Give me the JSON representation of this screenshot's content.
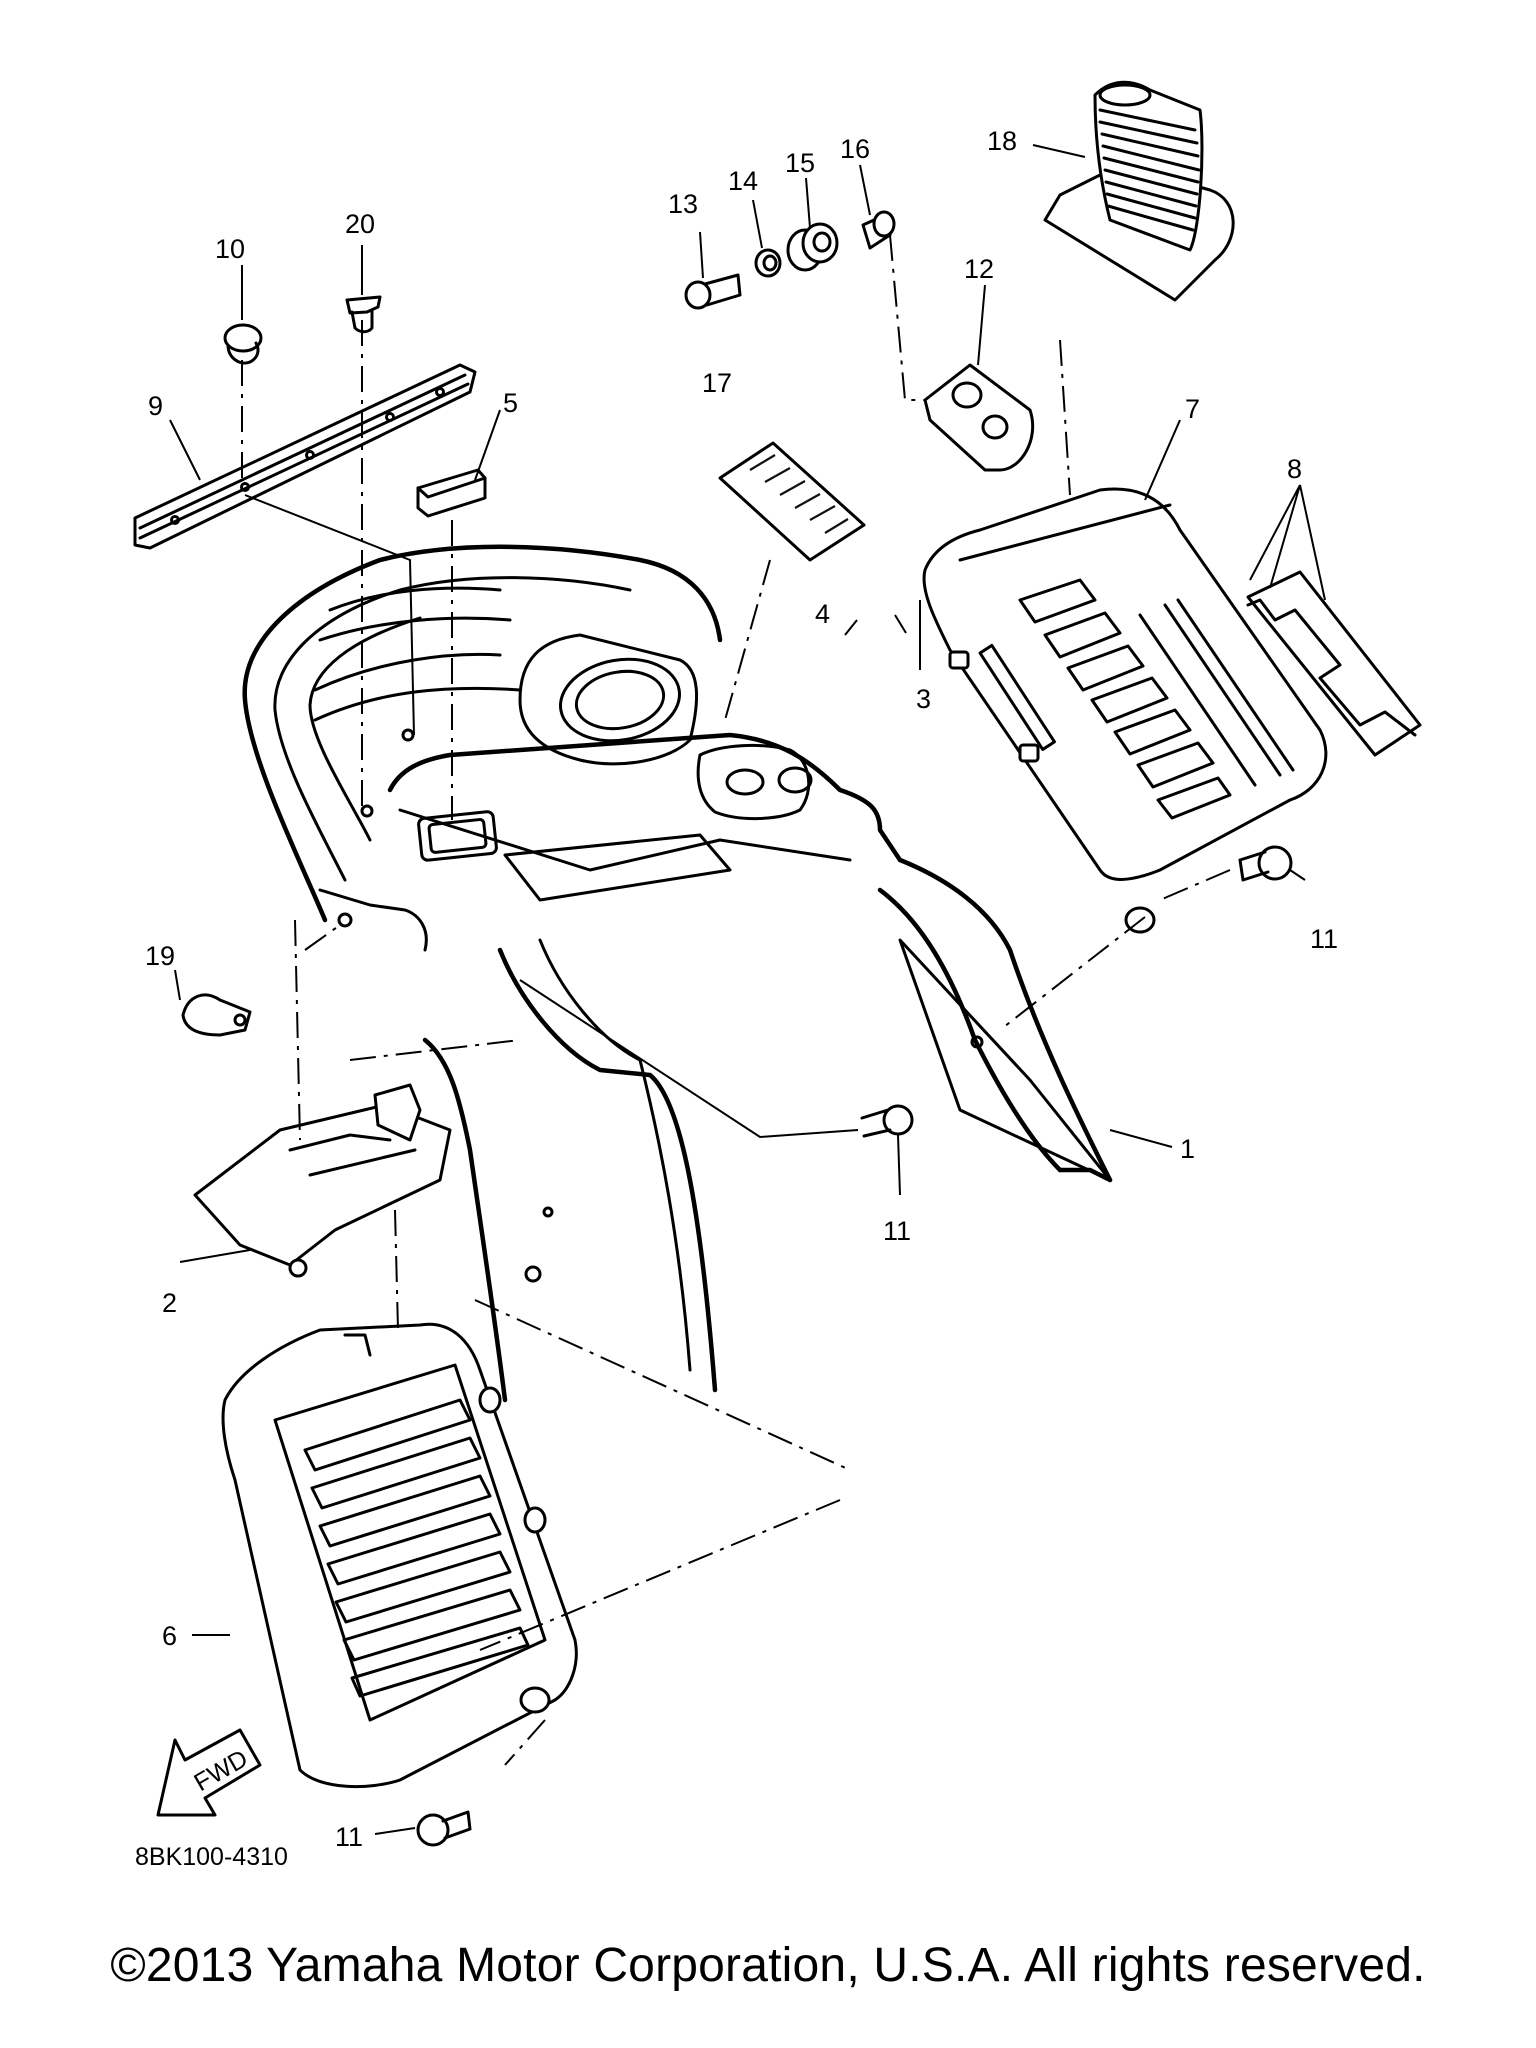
{
  "diagram": {
    "part_code": "8BK100-4310",
    "fwd_label": "FWD",
    "callouts": {
      "c1": "1",
      "c2": "2",
      "c3": "3",
      "c4": "4",
      "c5": "5",
      "c6": "6",
      "c7": "7",
      "c8": "8",
      "c9": "9",
      "c10": "10",
      "c11a": "11",
      "c11b": "11",
      "c11c": "11",
      "c12": "12",
      "c13": "13",
      "c14": "14",
      "c15": "15",
      "c16": "16",
      "c17": "17",
      "c18": "18",
      "c19": "19",
      "c20": "20"
    }
  },
  "copyright": "©2013 Yamaha Motor Corporation, U.S.A. All rights reserved."
}
